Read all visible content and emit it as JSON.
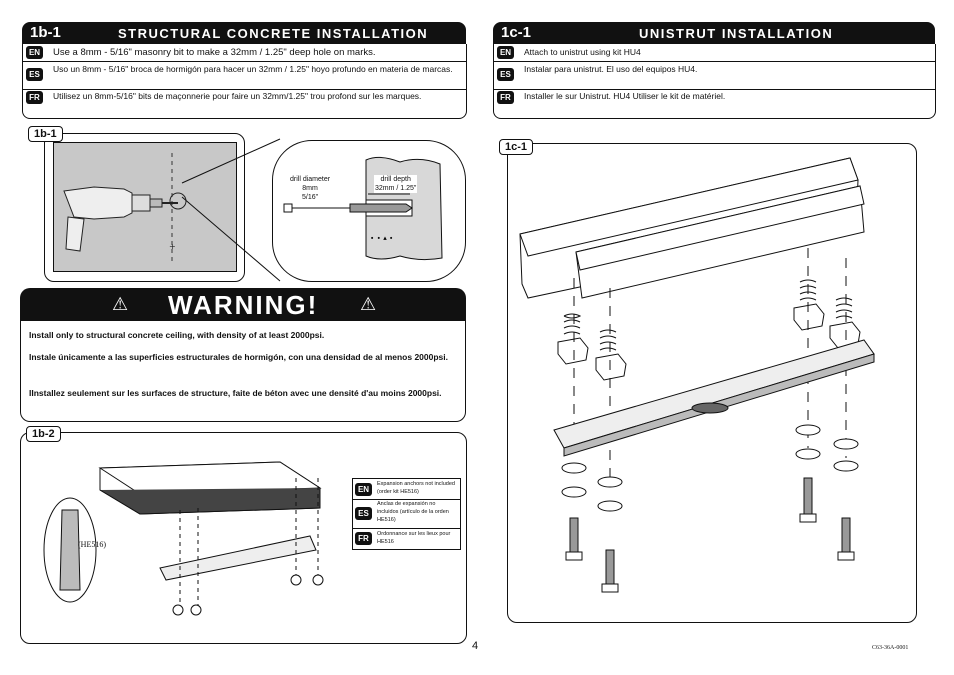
{
  "section_1b": {
    "step": "1b-1",
    "title": "STRUCTURAL CONCRETE INSTALLATION",
    "instructions": [
      {
        "lang": "EN",
        "text": "Use a 8mm - 5/16\" masonry bit to make a 32mm / 1.25\" deep hole on marks."
      },
      {
        "lang": "ES",
        "text": "Uso un 8mm - 5/16\" broca de hormigón para hacer un 32mm / 1.25\" hoyo profundo en materia de marcas."
      },
      {
        "lang": "FR",
        "text": "Utilisez un 8mm-5/16\" bits de maçonnerie pour faire un 32mm/1.25\" trou profond sur les marques."
      }
    ]
  },
  "section_1c": {
    "step": "1c-1",
    "title": "UNISTRUT INSTALLATION",
    "instructions": [
      {
        "lang": "EN",
        "text": "Attach to unistrut using kit HU4"
      },
      {
        "lang": "ES",
        "text": "Instalar para unistrut.  El uso del equipos HU4."
      },
      {
        "lang": "FR",
        "text": "Installer le sur Unistrut.  HU4 Utiliser le kit de matériel."
      }
    ]
  },
  "panel_1b1": {
    "label": "1b-1",
    "drill_diameter": [
      "drill diameter",
      "8mm",
      "5/16\""
    ],
    "drill_depth": [
      "drill depth",
      "32mm / 1.25\""
    ]
  },
  "warning": {
    "title": "WARNING!",
    "paragraphs": [
      "Install only to structural concrete ceiling, with density of at least 2000psi.",
      "Instale únicamente a las superficies estructurales de hormigón, con una densidad de al menos 2000psi.",
      "IInstallez seulement sur les surfaces de structure, faite de béton avec une densité d'au moins 2000psi."
    ]
  },
  "panel_1b2": {
    "label": "1b-2",
    "anchor_label": "(HE516)",
    "notes": [
      {
        "lang": "EN",
        "text": "Expansion anchors not included (order kit HE516)"
      },
      {
        "lang": "ES",
        "text": "Anclas de expansión no incluidos (artículo de la orden HE516)"
      },
      {
        "lang": "FR",
        "text": "Ordonnance sur les lieux pour HE516"
      }
    ]
  },
  "panel_1c1": {
    "label": "1c-1"
  },
  "footer": {
    "page_number": "4",
    "doc_code": "C63-36A-0001"
  }
}
